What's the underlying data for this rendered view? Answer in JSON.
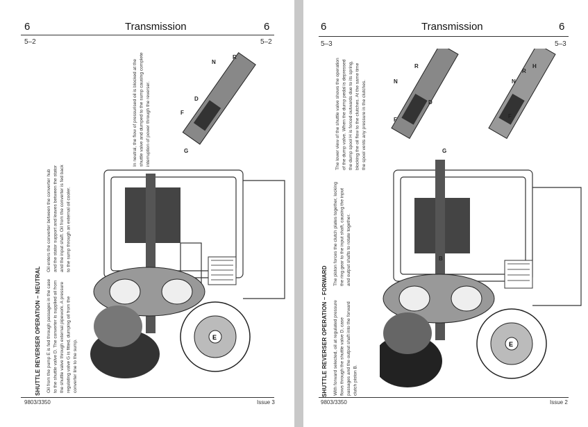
{
  "left_page": {
    "chapter_left": "6",
    "title": "Transmission",
    "chapter_right": "6",
    "page_left": "5–2",
    "page_right": "5–2",
    "heading": "SHUTTLE REVERSER OPERATION – NEUTRAL",
    "para1": "Oil from the pump E is fed through passages in the case to the shuttle valve D. The converter is supplied oil from the shuttle valve through external pipework. A pressure regulating valve G is fitted, dumping oil from the converter line to the sump.",
    "para2": "Oil enters the converter between the converter hub and the stator support and leaves between the stator and the input shaft. Oil from the converter is fed back to the sump through an external oil cooler.",
    "para3": "In neutral, the flow of pressurised oil is blocked at the shuttle valve and dumped to the sump causing complete interruption of power through the reverser.",
    "labels": [
      "R",
      "N",
      "F",
      "D",
      "G",
      "E"
    ],
    "footer_left": "9803/3350",
    "footer_right": "Issue 3"
  },
  "right_page": {
    "chapter_left": "6",
    "title": "Transmission",
    "chapter_right": "6",
    "page_left": "5–3",
    "page_right": "5–3",
    "heading": "SHUTTLE REVERSER OPERATION – FORWARD",
    "para1": "With forward selected, oil at regulated pressure flows through the shuttle valve D, case passages and the output shaft into the forward clutch piston B.",
    "para2": "The piston forces the clutch plates together, locking the ring gear to the input shaft, causing the input and output shafts to rotate together.",
    "para3": "The lower view of the shuttle valve shows the operation of the dump valve. When the dump pedal is depressed the dump spool H is forced outwards due to its spring, blocking the oil flow to the clutches. At the same time the spool vents any pressure in the clutches.",
    "labels": [
      "N",
      "R",
      "F",
      "D",
      "G",
      "H",
      "B",
      "E"
    ],
    "footer_left": "9803/3350",
    "footer_right": "Issue 2"
  }
}
